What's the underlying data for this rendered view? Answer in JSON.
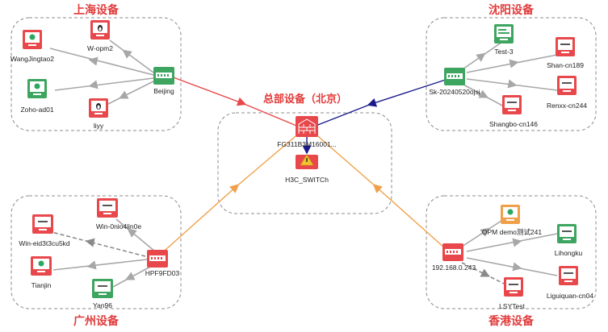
{
  "colors": {
    "red": "#e8484b",
    "green": "#3ea560",
    "orange": "#f0a04a",
    "blue": "#1a1a8c",
    "gray_link": "#a7a7a7",
    "region_border": "#8c8c8c",
    "title_red": "#e23b3b"
  },
  "regions": {
    "shanghai": {
      "title": "上海设备"
    },
    "shenyang": {
      "title": "沈阳设备"
    },
    "guangzhou": {
      "title": "广州设备"
    },
    "hongkong": {
      "title": "香港设备"
    },
    "hq": {
      "title": "总部设备（北京）"
    }
  },
  "nodes": {
    "wangjingtao2": {
      "label": "WangJingtao2",
      "icon": "windows-pc-icon",
      "status": "red"
    },
    "w_opm2": {
      "label": "W-opm2",
      "icon": "linux-pc-icon",
      "status": "red"
    },
    "zoho_ad01": {
      "label": "Zoho-ad01",
      "icon": "windows-pc-icon",
      "status": "green"
    },
    "liyy": {
      "label": "liyy",
      "icon": "linux-pc-icon",
      "status": "red"
    },
    "beijing": {
      "label": "Beijing",
      "icon": "switch-icon",
      "status": "green"
    },
    "test_3": {
      "label": "Test-3",
      "icon": "server-icon",
      "status": "green"
    },
    "shan_cn189": {
      "label": "Shan-cn189",
      "icon": "pc-icon",
      "status": "red"
    },
    "sk": {
      "label": "Sk-20240520ojsj",
      "icon": "switch-icon",
      "status": "green"
    },
    "renxx_cn244": {
      "label": "Renxx-cn244",
      "icon": "pc-icon",
      "status": "red"
    },
    "shangbo_cn146": {
      "label": "Shangbo-cn146",
      "icon": "pc-icon",
      "status": "red"
    },
    "fg": {
      "label": "FG311B3M16001...",
      "icon": "firewall-icon",
      "status": "red"
    },
    "h3c": {
      "label": "H3C_SWITCh",
      "icon": "warning-icon",
      "status": "red"
    },
    "win_0nio": {
      "label": "Win-0nio4lin0e",
      "icon": "pc-icon",
      "status": "red"
    },
    "win_eid": {
      "label": "Win-eid3t3cu5kd",
      "icon": "pc-icon",
      "status": "red"
    },
    "tianjin": {
      "label": "Tianjin",
      "icon": "windows-pc-icon",
      "status": "red"
    },
    "hpf": {
      "label": "HPF9FD03",
      "icon": "switch-icon",
      "status": "red"
    },
    "yan96": {
      "label": "Yan96",
      "icon": "pc-icon",
      "status": "green"
    },
    "opm_demo": {
      "label": "OPM demo测试241",
      "icon": "windows-pc-icon",
      "status": "orange"
    },
    "lihongku": {
      "label": "Lihongku",
      "icon": "pc-icon",
      "status": "green"
    },
    "ip_node": {
      "label": "192.168.0.243",
      "icon": "switch-icon",
      "status": "red"
    },
    "liguiquan": {
      "label": "Liguiquan-cn04",
      "icon": "pc-icon",
      "status": "red"
    },
    "lsytest": {
      "label": "LSYTest",
      "icon": "pc-icon",
      "status": "red"
    }
  }
}
